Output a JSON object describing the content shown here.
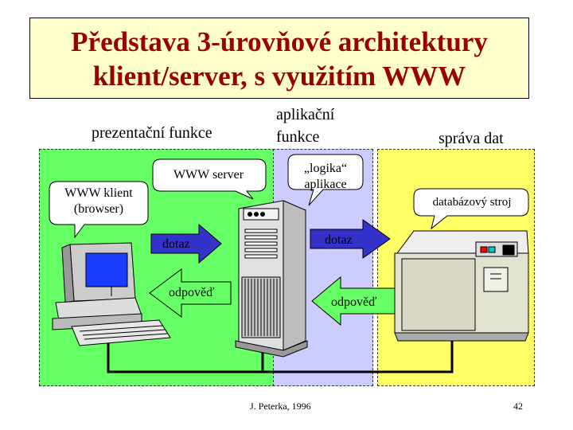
{
  "title": {
    "line1": "Představa 3-úrovňové architektury",
    "line2": "klient/server, s využitím WWW"
  },
  "zones": {
    "presentation": "prezentační funkce",
    "application_line1": "aplikační",
    "application_line2": "funkce",
    "data": "správa dat"
  },
  "bubbles": {
    "client": "WWW klient\n(browser)",
    "server": "WWW server",
    "logic": "„logika“\naplikace",
    "db": "databázový stroj"
  },
  "arrows": {
    "query1": "dotaz",
    "response1": "odpověď",
    "query2": "dotaz",
    "response2": "odpověď"
  },
  "footer": {
    "author": "J. Peterka, 1996",
    "page": "42"
  },
  "colors": {
    "title_text": "#990000",
    "title_bg": "#ffffcc",
    "presentation_zone": "#66ff66",
    "application_zone": "#ccccff",
    "data_zone": "#ffff66",
    "arrow_fill": "#3333cc"
  }
}
